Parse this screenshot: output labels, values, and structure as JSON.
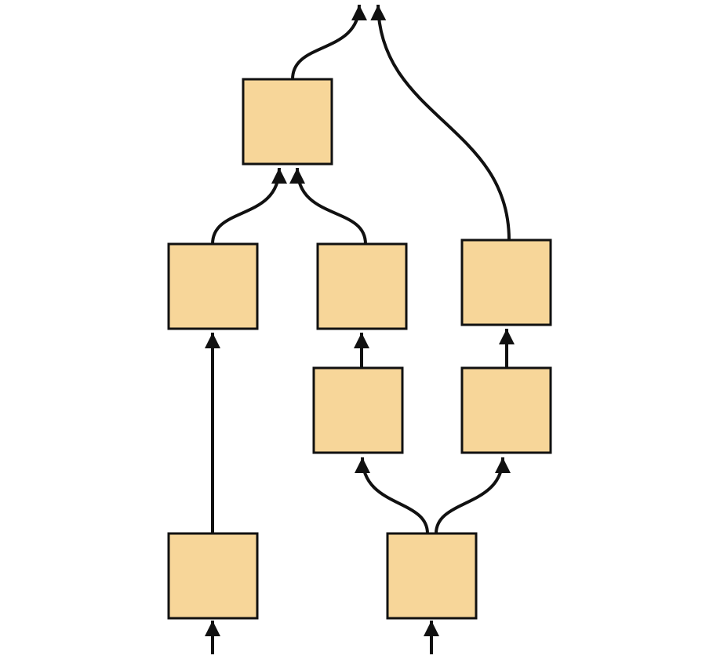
{
  "diagram": {
    "node_fill": "#F7D699",
    "stroke_color": "#111111",
    "background": "#FFFFFF",
    "nodes": [
      {
        "id": "bottom-left"
      },
      {
        "id": "bottom-right"
      },
      {
        "id": "middle-left"
      },
      {
        "id": "middle-center"
      },
      {
        "id": "middle-right"
      },
      {
        "id": "lower-center"
      },
      {
        "id": "lower-right"
      },
      {
        "id": "top"
      }
    ],
    "edges": [
      {
        "from": "input-left",
        "to": "bottom-left"
      },
      {
        "from": "input-right",
        "to": "bottom-right"
      },
      {
        "from": "bottom-left",
        "to": "middle-left"
      },
      {
        "from": "bottom-right",
        "to": "lower-center"
      },
      {
        "from": "bottom-right",
        "to": "lower-right"
      },
      {
        "from": "lower-center",
        "to": "middle-center"
      },
      {
        "from": "lower-right",
        "to": "middle-right"
      },
      {
        "from": "middle-left",
        "to": "top"
      },
      {
        "from": "middle-center",
        "to": "top"
      },
      {
        "from": "top",
        "to": "output-left"
      },
      {
        "from": "middle-right",
        "to": "output-right"
      }
    ]
  }
}
